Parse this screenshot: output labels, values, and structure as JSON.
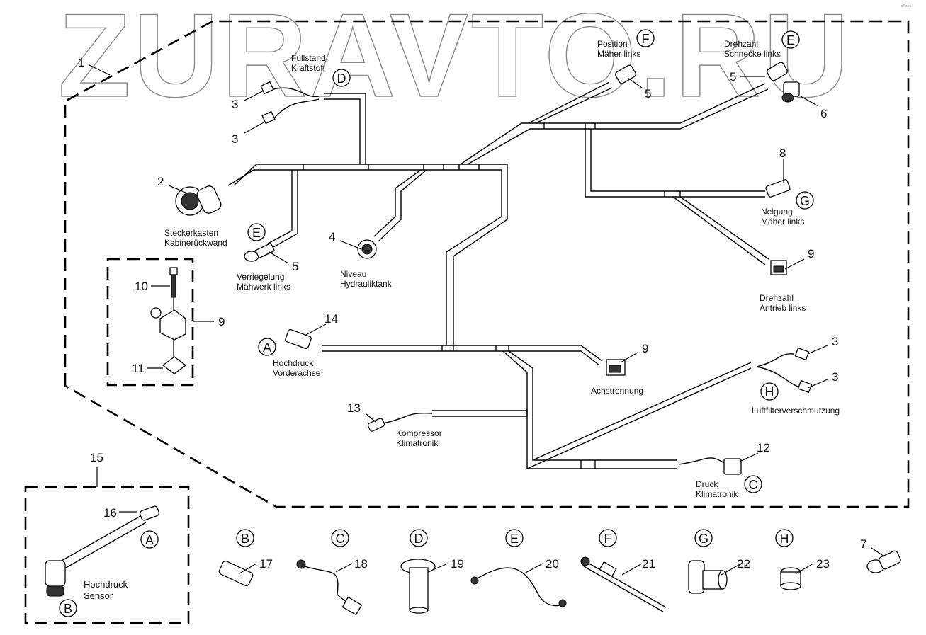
{
  "watermark": "ZURAVTO.RU",
  "corner_code": "a° ses",
  "callouts": {
    "c1": "1",
    "c2": "2",
    "c3a": "3",
    "c3b": "3",
    "c3c": "3",
    "c3d": "3",
    "c4": "4",
    "c5a": "5",
    "c5b": "5",
    "c5c": "5",
    "c6": "6",
    "c7": "7",
    "c8": "8",
    "c9a": "9",
    "c9b": "9",
    "c9c": "9",
    "c10": "10",
    "c11": "11",
    "c12": "12",
    "c13": "13",
    "c14": "14",
    "c15": "15",
    "c16": "16",
    "c17": "17",
    "c18": "18",
    "c19": "19",
    "c20": "20",
    "c21": "21",
    "c22": "22",
    "c23": "23"
  },
  "labels": {
    "fuellstand": [
      "Füllstand",
      "Kraftstoff"
    ],
    "position_maeher": [
      "Position",
      "Mäher links"
    ],
    "drehzahl_schnecke": [
      "Drehzahl",
      "Schnecke links"
    ],
    "steckerkasten": [
      "Steckerkasten",
      "Kabinerückwand"
    ],
    "verriegelung": [
      "Verriegelung",
      "Mähwerk links"
    ],
    "niveau": [
      "Niveau",
      "Hydrauliktank"
    ],
    "neigung": [
      "Neigung",
      "Mäher links"
    ],
    "drehzahl_antrieb": [
      "Drehzahl",
      "Antrieb links"
    ],
    "hochdruck_vorderachse": [
      "Hochdruck",
      "Vorderachse"
    ],
    "achstrennung": [
      "Achstrennung"
    ],
    "luftfilter": [
      "Luftfilterverschmutzung"
    ],
    "kompressor": [
      "Kompressor",
      "Klimatronik"
    ],
    "druck_klimatronik": [
      "Druck",
      "Klimatronik"
    ],
    "hochdruck_sensor": [
      "Hochdruck",
      "Sensor"
    ]
  },
  "refs": {
    "D_top": "D",
    "F_top": "F",
    "E_top": "E",
    "E_mid": "E",
    "G_mid": "G",
    "A_mid": "A",
    "H_mid": "H",
    "C_mid": "C",
    "A_box": "A",
    "B_box": "B",
    "B_bot": "B",
    "C_bot": "C",
    "D_bot": "D",
    "E_bot": "E",
    "F_bot": "F",
    "G_bot": "G",
    "H_bot": "H"
  }
}
